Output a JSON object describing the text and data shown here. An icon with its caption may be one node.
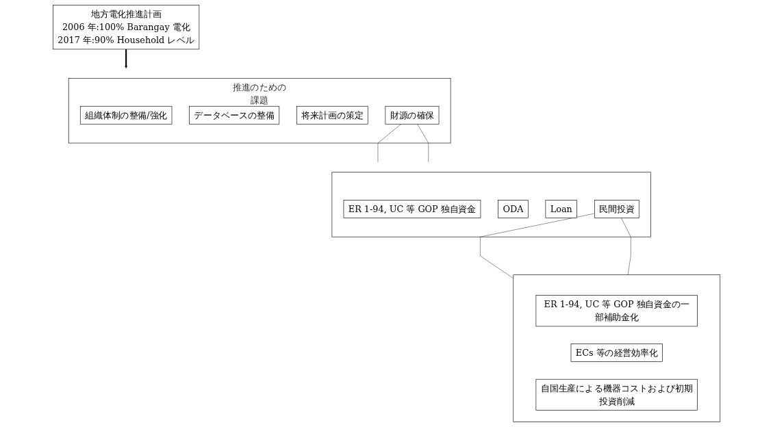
{
  "diagram": {
    "nodes": [
      {
        "text": [
          "地方電化推進計画",
          "2006 年:100% Barangay 電化",
          "2017 年:90% Household レベル"
        ]
      },
      {
        "text": [
          "推進のための課題"
        ]
      },
      {
        "text": [
          "組織体制の整備/強化"
        ],
        "in": 1
      },
      {
        "text": [
          "データベースの整備"
        ],
        "in": 1
      },
      {
        "text": [
          "将来計画の策定"
        ],
        "in": 1
      },
      {
        "text": [
          "財源の確保"
        ],
        "in": 1
      },
      {
        "text": [],
        "shape": "box"
      },
      {
        "text": [
          "ER 1-94, UC 等 GOP 独自資金"
        ],
        "in": 6
      },
      {
        "text": [
          "ODA"
        ],
        "in": 6
      },
      {
        "text": [
          "Loan"
        ],
        "in": 6
      },
      {
        "text": [
          "民間投資"
        ],
        "in": 6
      },
      {
        "text": [],
        "shape": "box"
      },
      {
        "text": [
          "ER 1-94, UC 等 GOP 独自資金の一部補助金化"
        ],
        "in": 11
      },
      {
        "text": [
          "ECs 等の経営効率化"
        ],
        "in": 11
      },
      {
        "text": [
          "自国生産による機器コストおよび初期投資削減"
        ],
        "in": 11
      }
    ],
    "edges": [
      {
        "from": 0,
        "to": 1,
        "arrow": "to",
        "style": "thick"
      },
      {
        "from": 5,
        "to": 6,
        "arrow": "none"
      },
      {
        "from": 5,
        "to": 6,
        "arrow": "none"
      },
      {
        "from": 10,
        "to": 11,
        "arrow": "none"
      },
      {
        "from": 10,
        "to": 11,
        "arrow": "none"
      }
    ]
  }
}
